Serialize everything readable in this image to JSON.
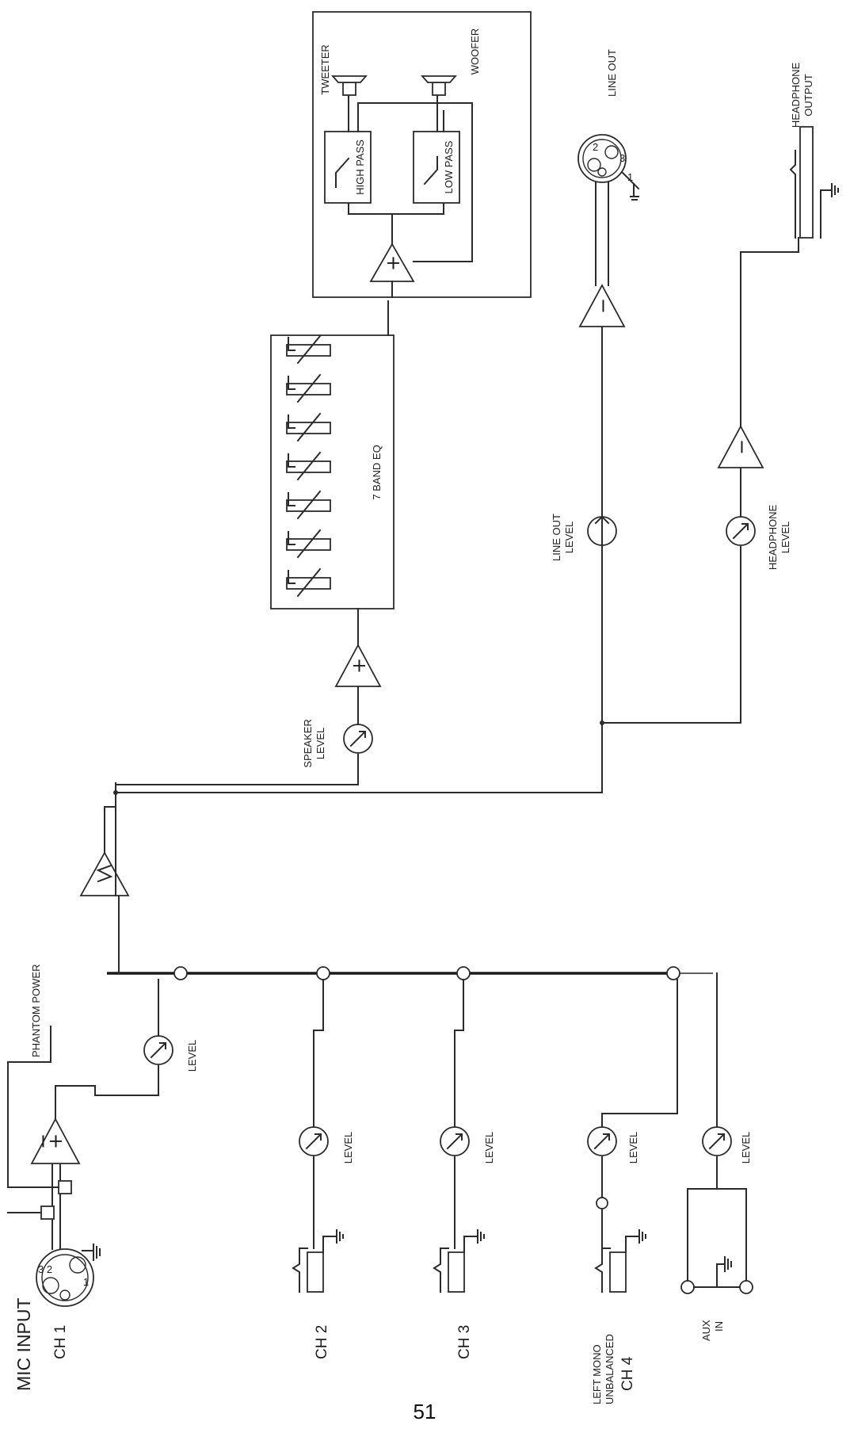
{
  "labels": {
    "mic_input": "MIC INPUT",
    "ch1": "CH 1",
    "ch2": "CH 2",
    "ch3": "CH 3",
    "ch4": "CH 4",
    "left_mono": "LEFT MONO",
    "unbalanced": "UNBALANCED",
    "aux": "AUX",
    "in": "IN",
    "level": "LEVEL",
    "phantom_power": "PHANTOM POWER",
    "speaker": "SPEAKER",
    "seven_band_eq": "7 BAND EQ",
    "tweeter": "TWEETER",
    "woofer": "WOOFER",
    "high_pass": "HIGH PASS",
    "low_pass": "LOW PASS",
    "line_out": "LINE OUT",
    "headphone": "HEADPHONE",
    "output": "OUTPUT"
  },
  "pins": {
    "p1": "1",
    "p2": "2",
    "p3": "3",
    "p32": "3 2"
  },
  "signs": {
    "plus": "+",
    "minus": "−"
  },
  "page_number": "51"
}
